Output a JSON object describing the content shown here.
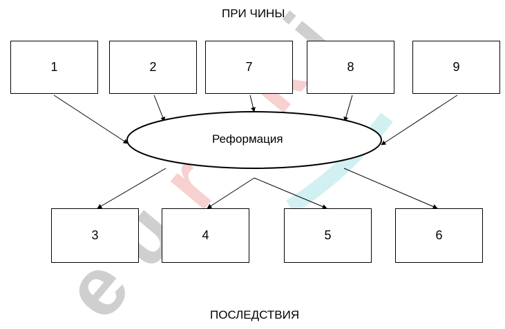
{
  "diagram": {
    "title_top": "ПРИ ЧИНЫ",
    "title_bottom": "ПОСЛЕДСТВИЯ",
    "center_label": "Реформация",
    "causes": [
      "1",
      "2",
      "7",
      "8",
      "9"
    ],
    "consequences": [
      "3",
      "4",
      "5",
      "6"
    ]
  },
  "watermark": {
    "text": "euroki"
  }
}
